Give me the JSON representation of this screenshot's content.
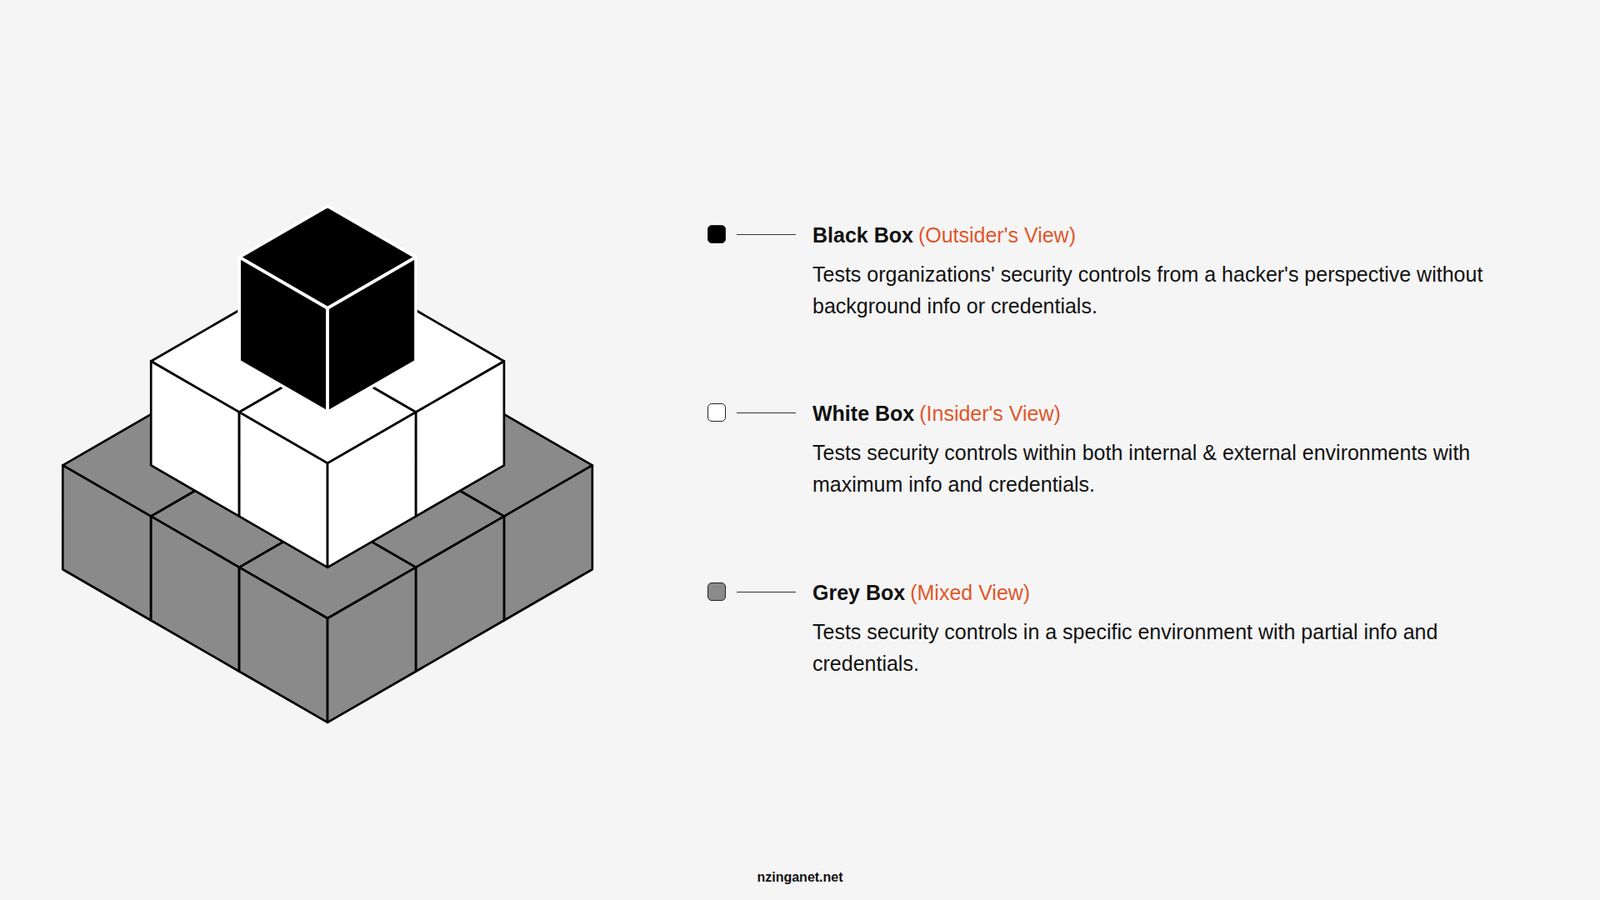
{
  "diagram": {
    "labels": [
      "(Outsider's View)",
      "Tests organizations' security controls from a hacker's perspective without background info or credentials.",
      "(Insider's View)",
      "Tests security controls within both internal & external environments with maximum info and credentials.",
      "(Mixed View)",
      "Tests security controls in a specific environment with partial info and credentials.",
      "nzinganet.net"
    ],
    "legend": [
      {
        "text": "Black Box",
        "color": "#000000"
      },
      {
        "text": "White Box",
        "color": "#ffffff"
      },
      {
        "text": "Grey Box",
        "color": "#8a8a8a"
      }
    ]
  }
}
